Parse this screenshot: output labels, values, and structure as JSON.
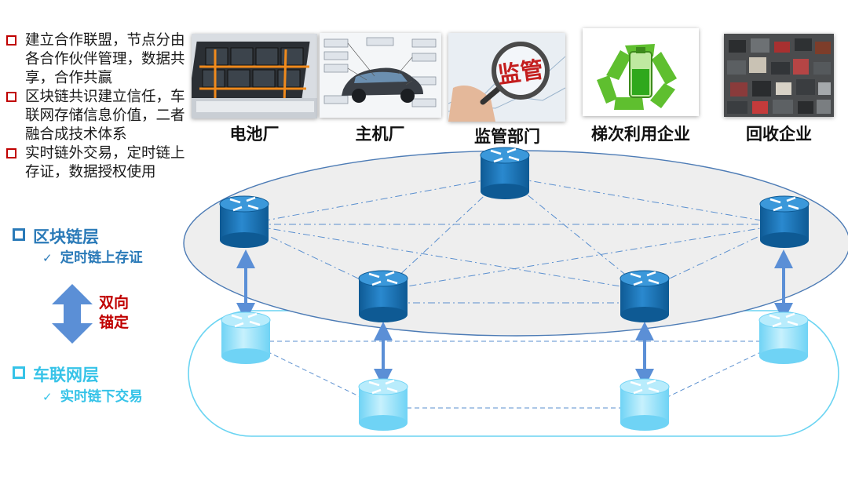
{
  "bullets": [
    "建立合作联盟，节点分由各合作伙伴管理，数据共享，合作共赢",
    "区块链共识建立信任，车联网存储信息价值，二者融合成技术体系",
    "实时链外交易，定时链上存证，数据授权使用"
  ],
  "blockchain_layer": {
    "title": "区块链层",
    "subtitle": "定时链上存证",
    "color": "#2a7ab8"
  },
  "vehicle_layer": {
    "title": "车联网层",
    "subtitle": "实时链下交易",
    "color": "#36c3e8"
  },
  "anchor_label": "双向锚定",
  "participants": [
    {
      "label": "电池厂",
      "image": "battery-pack-photo"
    },
    {
      "label": "主机厂",
      "image": "car-chassis-diagram"
    },
    {
      "label": "监管部门",
      "image": "magnifier-supervision-photo",
      "caption": "监管"
    },
    {
      "label": "梯次利用企业",
      "image": "recycle-battery-icon"
    },
    {
      "label": "回收企业",
      "image": "scrap-cells-photo"
    }
  ],
  "colors": {
    "bullet_square": "#c00000",
    "anchor_text": "#c00000",
    "arrow": "#5b8fd6",
    "router_dark": "#1e78bc",
    "router_light": "#9fe3fb"
  }
}
